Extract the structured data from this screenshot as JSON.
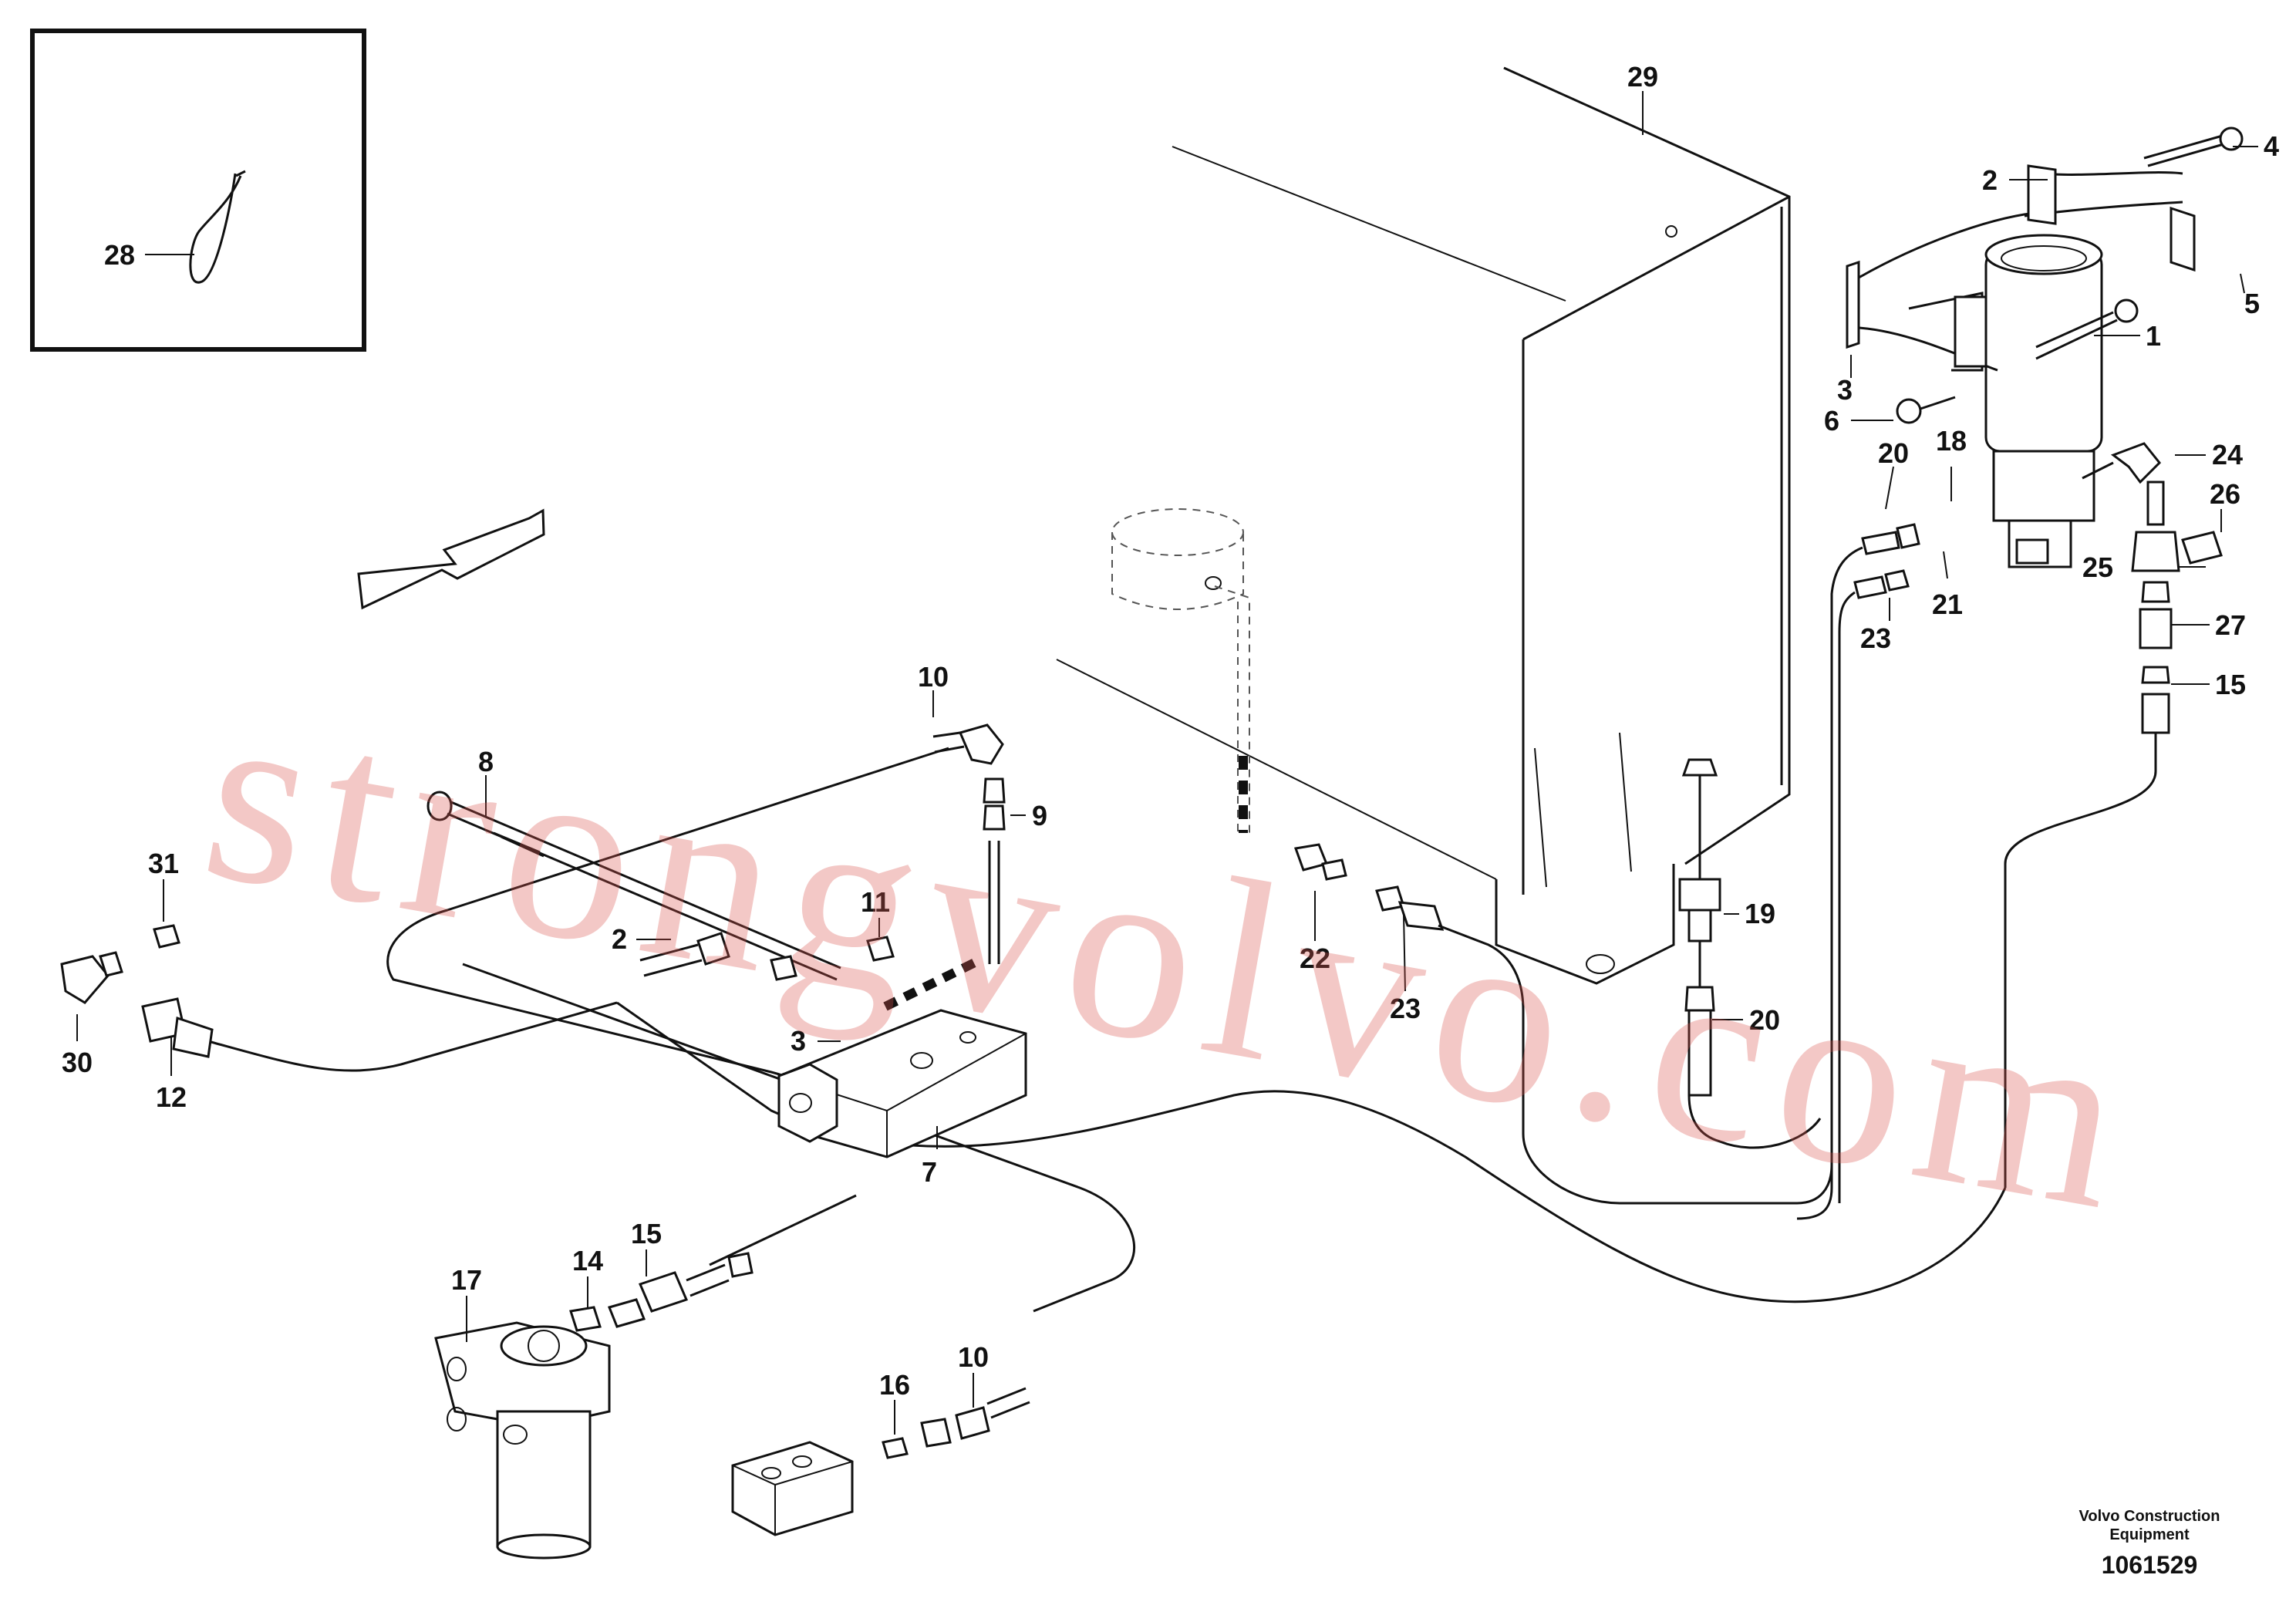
{
  "watermark": "strongvolvo.com",
  "credit": [
    "Volvo Construction",
    "Equipment"
  ],
  "document_number": "1061529",
  "callouts": [
    {
      "label": "29"
    },
    {
      "label": "4"
    },
    {
      "label": "2"
    },
    {
      "label": "5"
    },
    {
      "label": "1"
    },
    {
      "label": "3"
    },
    {
      "label": "6"
    },
    {
      "label": "20"
    },
    {
      "label": "18"
    },
    {
      "label": "24"
    },
    {
      "label": "26"
    },
    {
      "label": "25"
    },
    {
      "label": "23"
    },
    {
      "label": "21"
    },
    {
      "label": "27"
    },
    {
      "label": "15"
    },
    {
      "label": "28"
    },
    {
      "label": "10"
    },
    {
      "label": "9"
    },
    {
      "label": "8"
    },
    {
      "label": "31"
    },
    {
      "label": "11"
    },
    {
      "label": "2"
    },
    {
      "label": "3"
    },
    {
      "label": "30"
    },
    {
      "label": "12"
    },
    {
      "label": "7"
    },
    {
      "label": "22"
    },
    {
      "label": "23"
    },
    {
      "label": "19"
    },
    {
      "label": "20"
    },
    {
      "label": "17"
    },
    {
      "label": "14"
    },
    {
      "label": "15"
    },
    {
      "label": "16"
    },
    {
      "label": "10"
    }
  ]
}
